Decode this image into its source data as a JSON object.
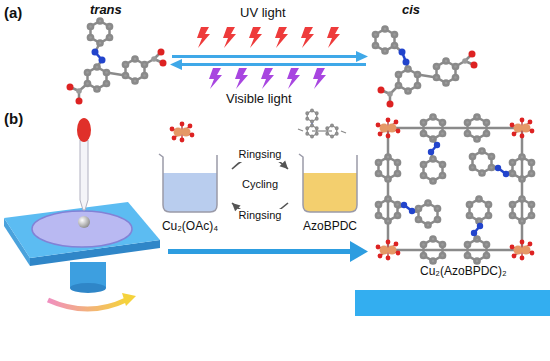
{
  "diagram": {
    "nodes": [
      {
        "text": [
          "Cu₂(OAc)₄"
        ]
      },
      {
        "text": [
          "AzoBPDC"
        ]
      }
    ],
    "edges": [
      {
        "from": 0,
        "to": 1,
        "arrow": "to",
        "label": "Ringsing"
      },
      {
        "from": 1,
        "to": 0,
        "arrow": "to",
        "label": "Ringsing"
      }
    ],
    "labels": [
      "(a)",
      "trans",
      "UV light",
      "cis",
      "Visible light",
      "(b)",
      "Cycling",
      "Cu₂(AzoBPDC)₂"
    ]
  }
}
